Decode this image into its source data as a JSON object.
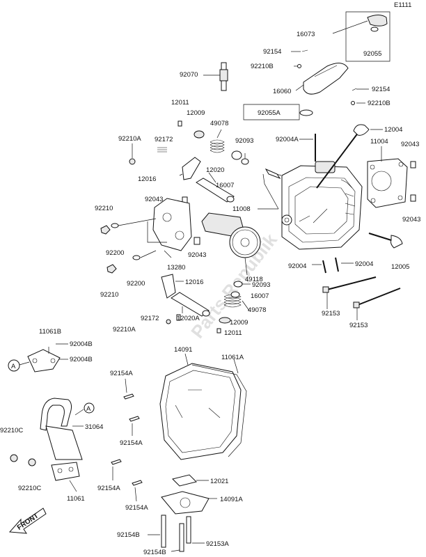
{
  "diagram_id": "E1111",
  "watermark": "Parts Republik",
  "front_label": "FRONT",
  "callout_a": "A",
  "labels": {
    "p16073": "16073",
    "p92055": "92055",
    "p92154_top": "92154",
    "p92210B_top": "92210B",
    "p92070": "92070",
    "p16060": "16060",
    "p92154_mid": "92154",
    "p92210B_mid": "92210B",
    "p92055A": "92055A",
    "p12011_top": "12011",
    "p12009_top": "12009",
    "p49078_top": "49078",
    "p92004A": "92004A",
    "p12004": "12004",
    "p92210A_top": "92210A",
    "p92172_top": "92172",
    "p92093_top": "92093",
    "p11004": "11004",
    "p92043_r1": "92043",
    "p12016_top": "12016",
    "p12020": "12020",
    "p16007_top": "16007",
    "p92043_mid": "92043",
    "p11008": "11008",
    "p92043_r2": "92043",
    "p92210_top": "92210",
    "p92200_top": "92200",
    "p13280": "13280",
    "p92043_low": "92043",
    "p49118": "49118",
    "p12005": "12005",
    "p92200_low": "92200",
    "p92210_low": "92210",
    "p12016_low": "12016",
    "p92004_l": "92004",
    "p92004_r": "92004",
    "p92093_low": "92093",
    "p16007_low": "16007",
    "p92153_l": "92153",
    "p92153_r": "92153",
    "p49078_low": "49078",
    "p92172_low": "92172",
    "p92210A_low": "92210A",
    "p12020A": "12020A",
    "p12009_low": "12009",
    "p12011_low": "12011",
    "p11061B": "11061B",
    "p92004B_1": "92004B",
    "p92004B_2": "92004B",
    "p14091": "14091",
    "p11061A": "11061A",
    "p92154A_1": "92154A",
    "p31064": "31064",
    "p92210C_1": "92210C",
    "p92154A_2": "92154A",
    "p92210C_2": "92210C",
    "p11061": "11061",
    "p92154A_3": "92154A",
    "p12021": "12021",
    "p92154A_4": "92154A",
    "p14091A": "14091A",
    "p92154B_1": "92154B",
    "p92153A": "92153A",
    "p92154B_2": "92154B"
  }
}
